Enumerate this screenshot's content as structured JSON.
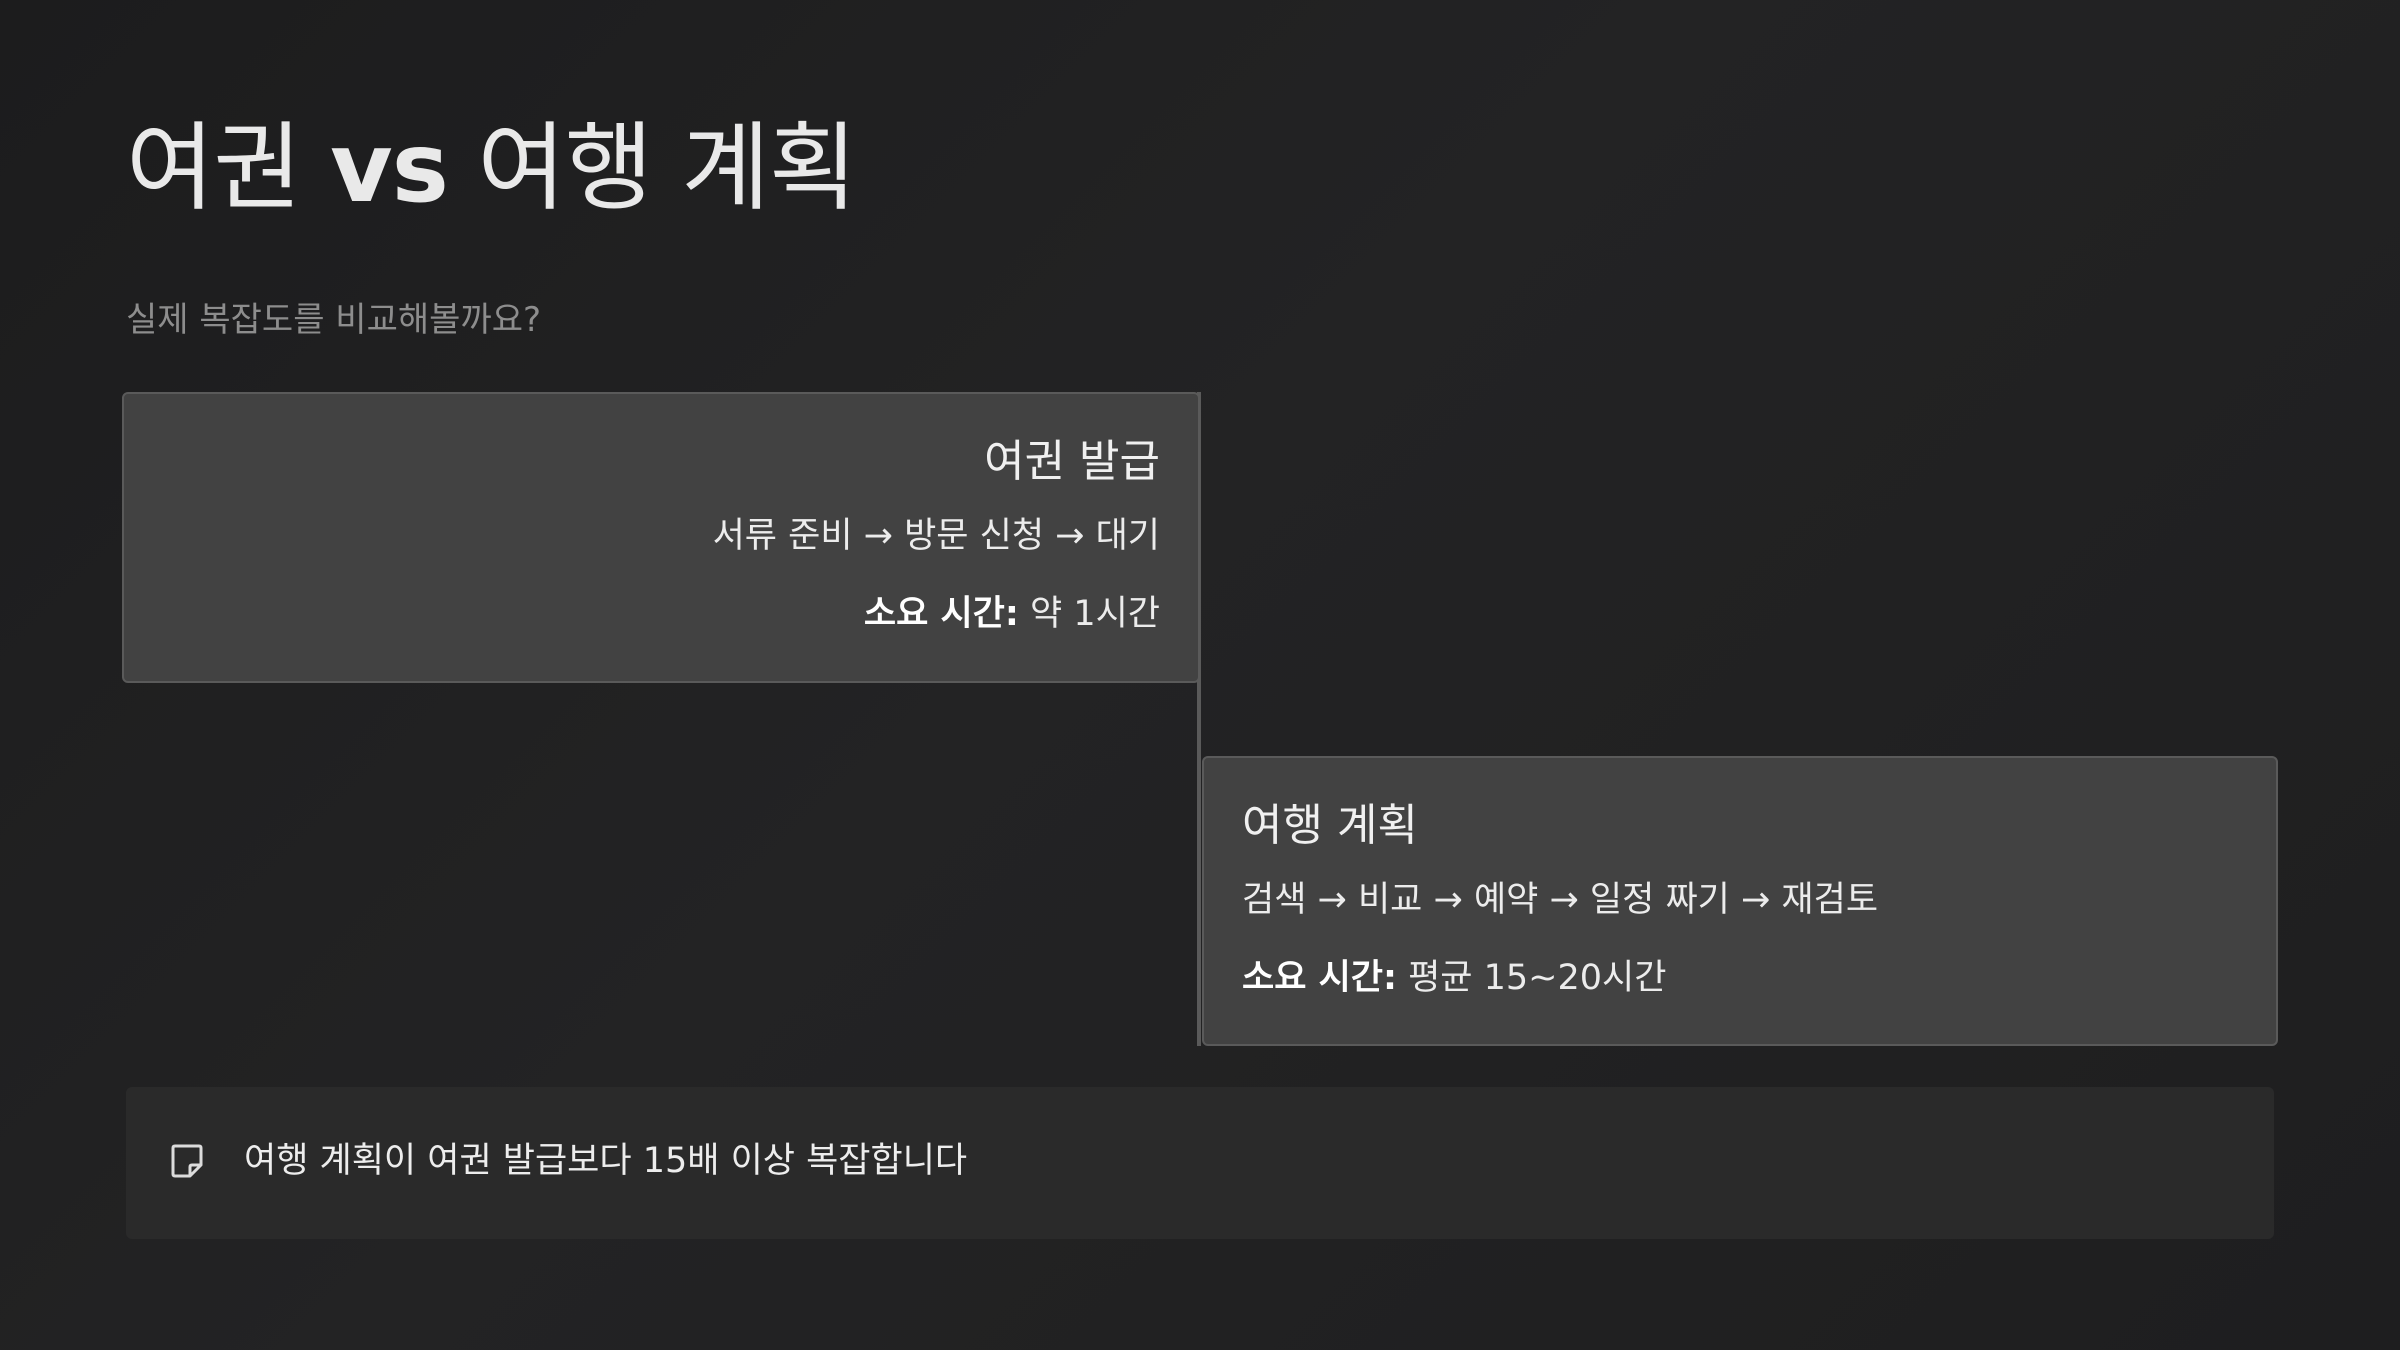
{
  "slide": {
    "title_a": "여권 ",
    "title_vs": "vs",
    "title_b": " 여행 계획",
    "subtitle": "실제 복잡도를 비교해볼까요?"
  },
  "cards": {
    "passport": {
      "title": "여권 발급",
      "steps": "서류 준비 → 방문 신청 → 대기",
      "time_label": "소요 시간:",
      "time_value": " 약 1시간"
    },
    "travel": {
      "title": "여행 계획",
      "steps": "검색 → 비교 → 예약 → 일정 짜기 → 재검토",
      "time_label": "소요 시간:",
      "time_value": " 평균 15~20시간"
    }
  },
  "note": {
    "icon": "sticky-note-icon",
    "text": "여행 계획이 여권 발급보다 15배 이상 복잡합니다"
  },
  "colors": {
    "background": "#1f1f20",
    "card": "#424242",
    "card_border": "#5a5a5a",
    "note_bg": "#2a2a2a",
    "subtitle": "#8d8d8d"
  }
}
